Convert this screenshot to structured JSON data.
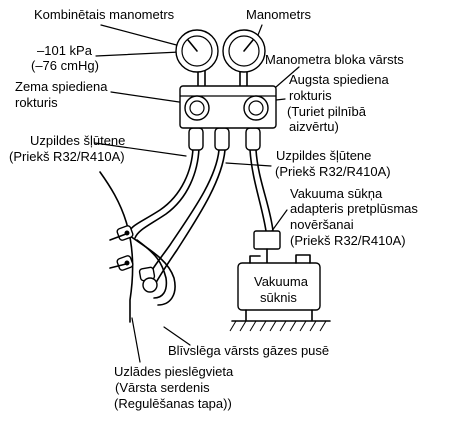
{
  "labels": {
    "compound_gauge": "Kombinētais manometrs",
    "gauge": "Manometrs",
    "vacuum_reading_1": "–101 kPa",
    "vacuum_reading_2": "(–76 cmHg)",
    "manifold_valve": "Manometra bloka vārsts",
    "high_pressure_1": "Augsta spiediena",
    "high_pressure_2": "rokturis",
    "high_pressure_3": "(Turiet pilnībā",
    "high_pressure_4": "aizvērtu)",
    "low_pressure_1": "Zema spiediena",
    "low_pressure_2": "rokturis",
    "charge_hose_left_1": "Uzpildes šļūtene",
    "charge_hose_left_2": "(Priekš R32/R410A)",
    "charge_hose_right_1": "Uzpildes šļūtene",
    "charge_hose_right_2": "(Priekš R32/R410A)",
    "adapter_1": "Vakuuma sūkņa",
    "adapter_2": "adapteris pretplūsmas",
    "adapter_3": "novēršanai",
    "adapter_4": "(Priekš R32/R410A)",
    "pump_1": "Vakuuma",
    "pump_2": "sūknis",
    "stop_valve": "Blīvslēga vārsts gāzes pusē",
    "service_port_1": "Uzlādes pieslēgvieta",
    "service_port_2": "(Vārsta serdenis",
    "service_port_3": "(Regulēšanas tapa))"
  },
  "icons": {
    "left_gauge": "pressure-gauge-icon",
    "right_gauge": "pressure-gauge-icon",
    "manifold": "manifold-block",
    "pump": "vacuum-pump",
    "adapter": "check-valve-adapter"
  }
}
